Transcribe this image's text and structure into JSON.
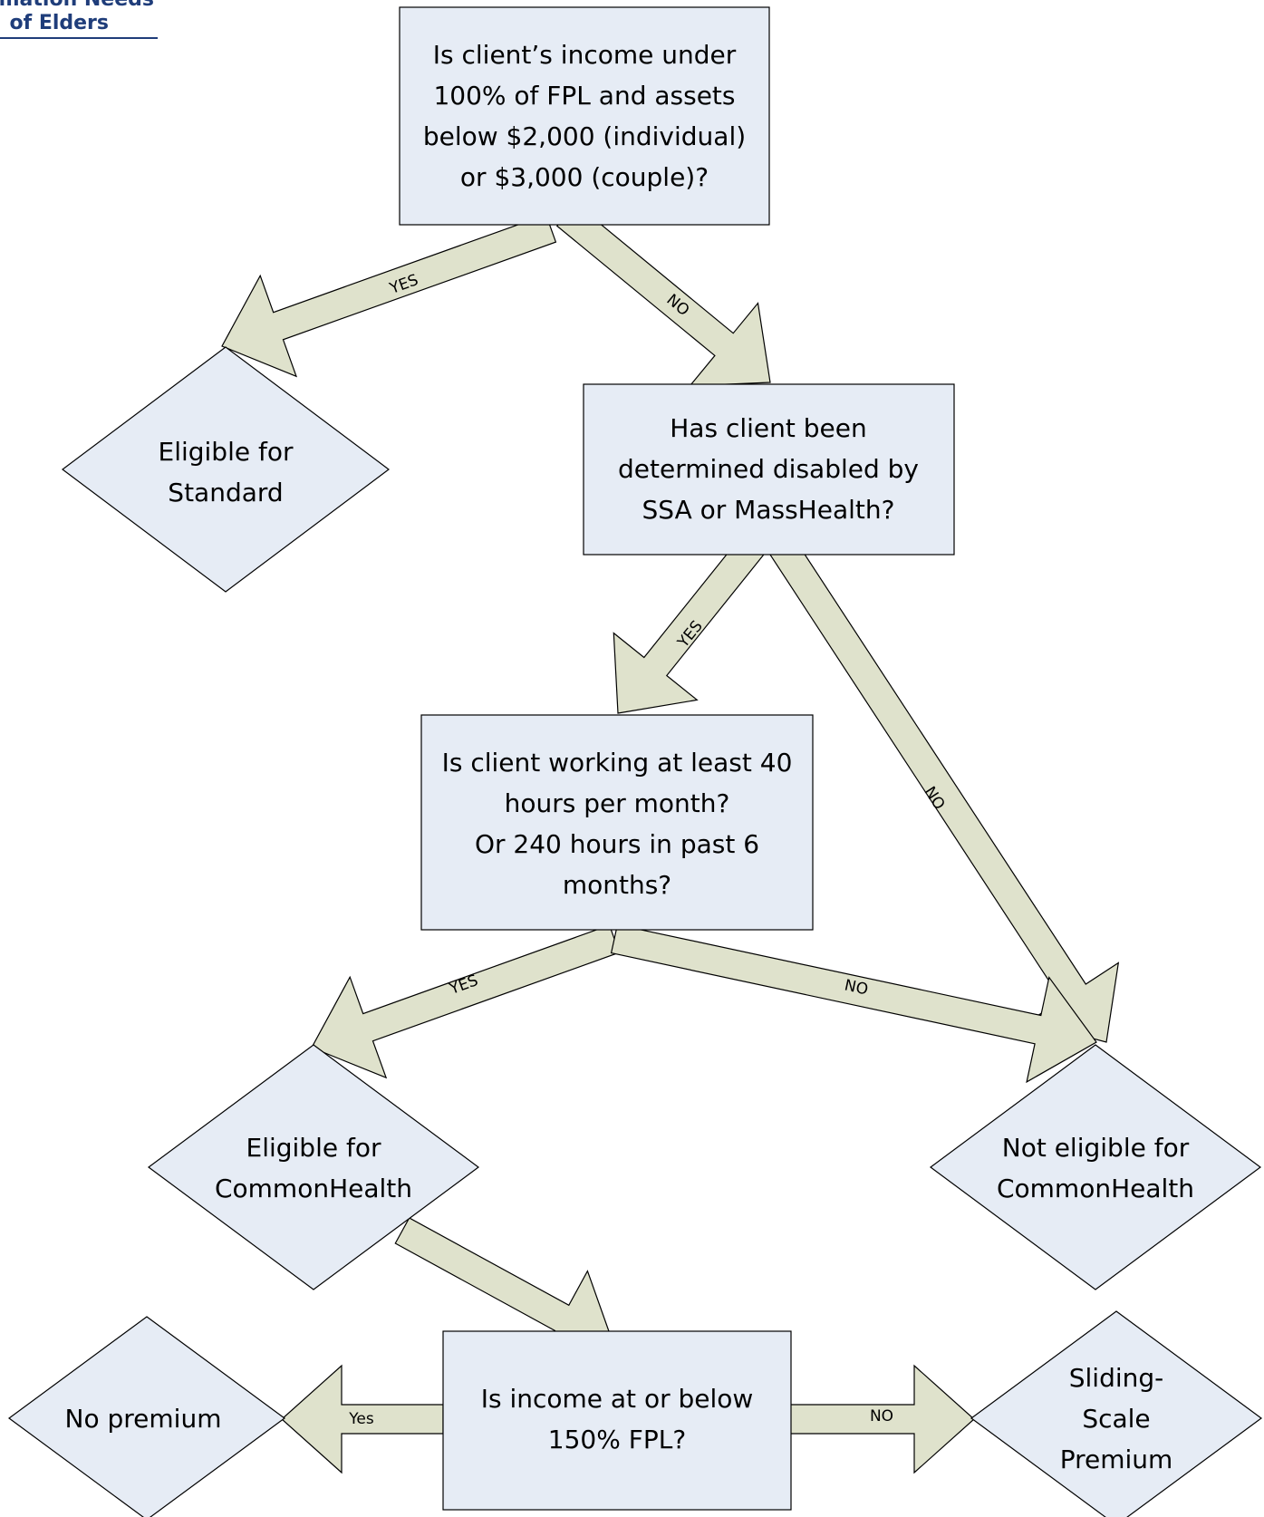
{
  "header": {
    "line1": "ormation Needs",
    "line2": "of Elders"
  },
  "colors": {
    "node_fill": "#e6ecf5",
    "arrow_fill": "#dfe2cc",
    "stroke": "#000000",
    "header_text": "#1f3d7a"
  },
  "nodes": {
    "q_income_assets": {
      "lines": [
        "Is client’s income under",
        "100% of FPL and assets",
        "below $2,000 (individual)",
        "or $3,000 (couple)?"
      ]
    },
    "r_eligible_standard": {
      "lines": [
        "Eligible for",
        "Standard"
      ]
    },
    "q_disabled": {
      "lines": [
        "Has client been",
        "determined disabled by",
        "SSA or MassHealth?"
      ]
    },
    "q_working": {
      "lines": [
        "Is client working at least 40",
        "hours per month?",
        "Or 240 hours in past 6",
        "months?"
      ]
    },
    "r_eligible_commonhealth": {
      "lines": [
        "Eligible for",
        "CommonHealth"
      ]
    },
    "r_not_eligible": {
      "lines": [
        "Not eligible for",
        "CommonHealth"
      ]
    },
    "q_income_150": {
      "lines": [
        "Is income at or below",
        "150% FPL?"
      ]
    },
    "r_no_premium": {
      "lines": [
        "No premium"
      ]
    },
    "r_sliding_scale": {
      "lines": [
        "Sliding-",
        "Scale",
        "Premium"
      ]
    }
  },
  "edges": {
    "e1_yes": "YES",
    "e1_no": "NO",
    "e2_yes": "YES",
    "e2_no": "NO",
    "e3_yes": "YES",
    "e3_no": "NO",
    "e5_yes": "Yes",
    "e5_no": "NO"
  }
}
